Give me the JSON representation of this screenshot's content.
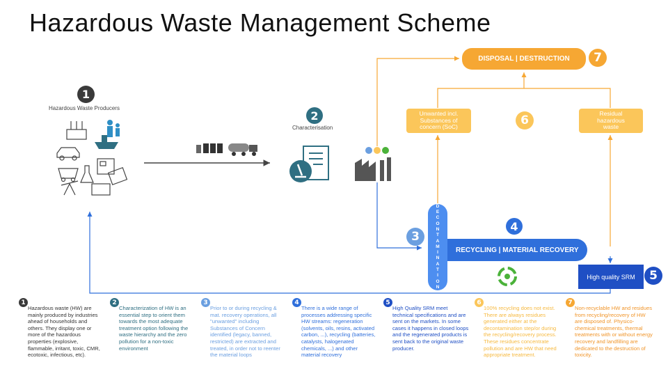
{
  "title": "Hazardous Waste Management Scheme",
  "colors": {
    "dark": "#3a3a3a",
    "teal": "#2f6f82",
    "light_blue": "#6b9fe0",
    "blue": "#2f6fdb",
    "navy": "#1f4fc4",
    "yellow": "#fbc65a",
    "orange": "#f6a733",
    "green": "#4bb23a"
  },
  "steps": {
    "s1": {
      "num": "1",
      "label": "Hazardous Waste Producers"
    },
    "s2": {
      "num": "2",
      "label": "Characterisation"
    },
    "s3": {
      "num": "3"
    },
    "s4": {
      "num": "4"
    },
    "s5": {
      "num": "5"
    },
    "s6": {
      "num": "6"
    },
    "s7": {
      "num": "7"
    }
  },
  "boxes": {
    "disposal": "DISPOSAL | DESTRUCTION",
    "unwanted": "Unwanted incl. Substances of concern (SoC)",
    "residual": "Residual hazardous waste",
    "recycling": "RECYCLING | MATERIAL RECOVERY",
    "decontamination": [
      "D",
      "E",
      "C",
      "O",
      "N",
      "T",
      "A",
      "M",
      "I",
      "N",
      "A",
      "T",
      "I",
      "O",
      "N"
    ],
    "high_quality": "High quality SRM"
  },
  "descriptions": [
    {
      "num": "1",
      "text": "Hazardous waste (HW) are mainly produced by industries ahead of households and others. They display one or more of the hazardous properties (explosive, flammable, irritant, toxic, CMR, ecotoxic, infectious, etc)."
    },
    {
      "num": "2",
      "text": "Characterization of HW is an essential step to orient them towards the most adequate treatment option following the waste hierarchy and the zero pollution for a non-toxic environment"
    },
    {
      "num": "3",
      "text": "Prior to or during recycling & mat. recovery operations, all \"unwanted\" including Substances of Concern identified (legacy, banned, restricted) are extracted and treated, in order not to reenter the material loops"
    },
    {
      "num": "4",
      "text": "There is a wide range of processes addressing specific HW streams: regeneration (solvents, oils, resins, activated carbon, ...), recycling (batteries, catalysts, halogenated chemicals, ...) and other material recovery"
    },
    {
      "num": "5",
      "text": "High Quality SRM meet technical specifications and are sent on the markets. In some cases it happens in closed loops and the regenerated products is sent back to the original waste producer."
    },
    {
      "num": "6",
      "text": "100% recycling does not exist. There are always residues generated either at the decontamination step/or during the recycling/recovery process. These residues concentrate pollution and are HW that need appropriate treatment."
    },
    {
      "num": "7",
      "text": "Non-recyclable HW and residues from recycling/recovery of HW are disposed of. Physico-chemical treatments, thermal treatments with or without energy recovery and landfilling are dedicated to the destruction of toxicity."
    }
  ],
  "icons": [
    "factory-icon",
    "people-icon",
    "ship-icon",
    "car-icon",
    "mine-cart-icon",
    "flask-icon",
    "oil-pump-icon",
    "document-icon",
    "microscope-icon",
    "truck-icon",
    "barrels-icon",
    "recycle-icon"
  ]
}
